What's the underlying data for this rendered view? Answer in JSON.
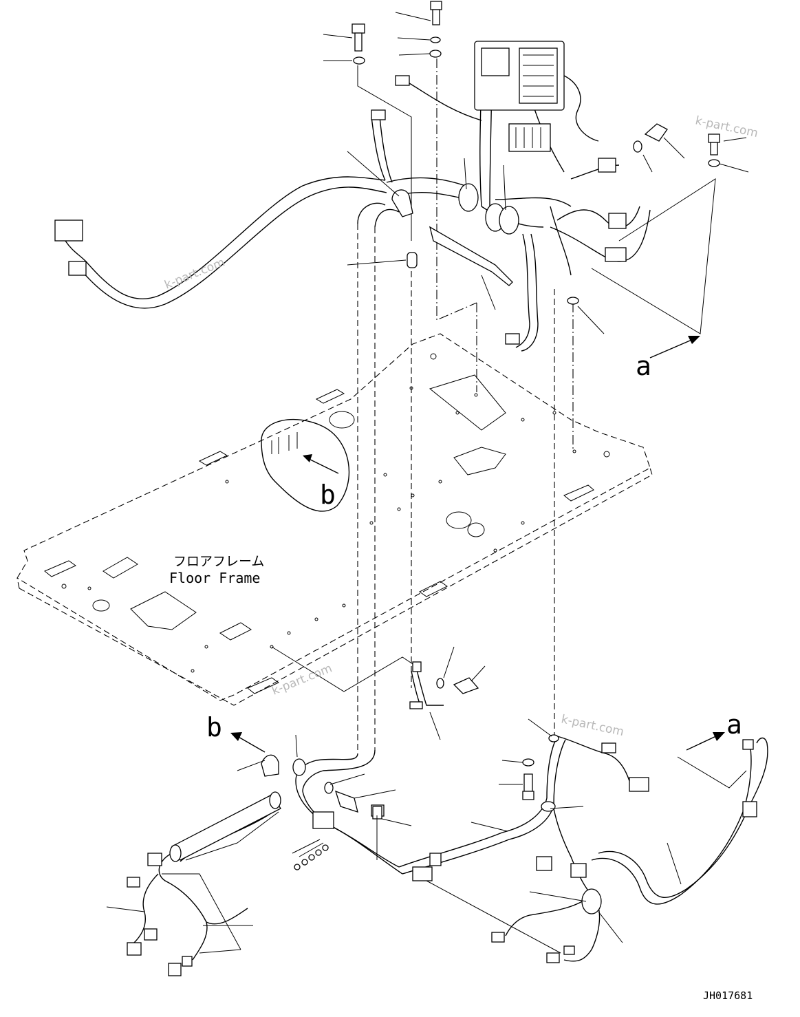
{
  "diagram": {
    "view_labels": {
      "a_top": "a",
      "a_bottom": "a",
      "b_top": "b",
      "b_bottom": "b"
    },
    "floor_frame": {
      "label_ja": "フロアフレーム",
      "label_en": "Floor Frame"
    },
    "drawing_number": "JH017681",
    "watermarks": [
      "k-part.com",
      "k-part.com",
      "k-part.com",
      "k-part.com"
    ]
  }
}
